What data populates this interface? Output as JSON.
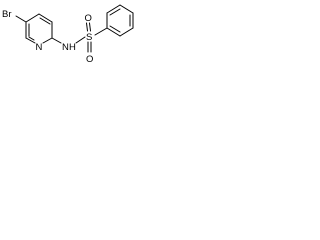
{
  "structure": {
    "atoms": {
      "bromine": "Br",
      "ring_nitrogen": "N",
      "amide_nitrogen": "N",
      "amide_hydrogen": "H",
      "sulfur": "S",
      "oxygen_top": "O",
      "oxygen_bottom": "O"
    },
    "colors": {
      "ink": "#000000",
      "background": "#ffffff"
    }
  }
}
